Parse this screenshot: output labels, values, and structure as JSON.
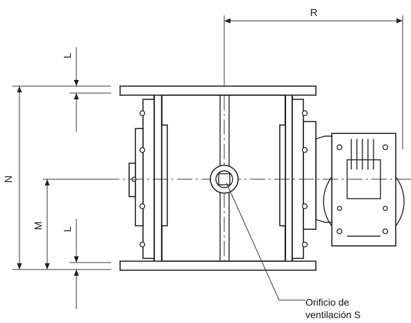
{
  "dimensions": {
    "r": "R",
    "n": "N",
    "m": "M",
    "l_top": "L",
    "l_bottom": "L"
  },
  "callout": {
    "line1": "Orificio de",
    "line2": "ventilación S"
  }
}
